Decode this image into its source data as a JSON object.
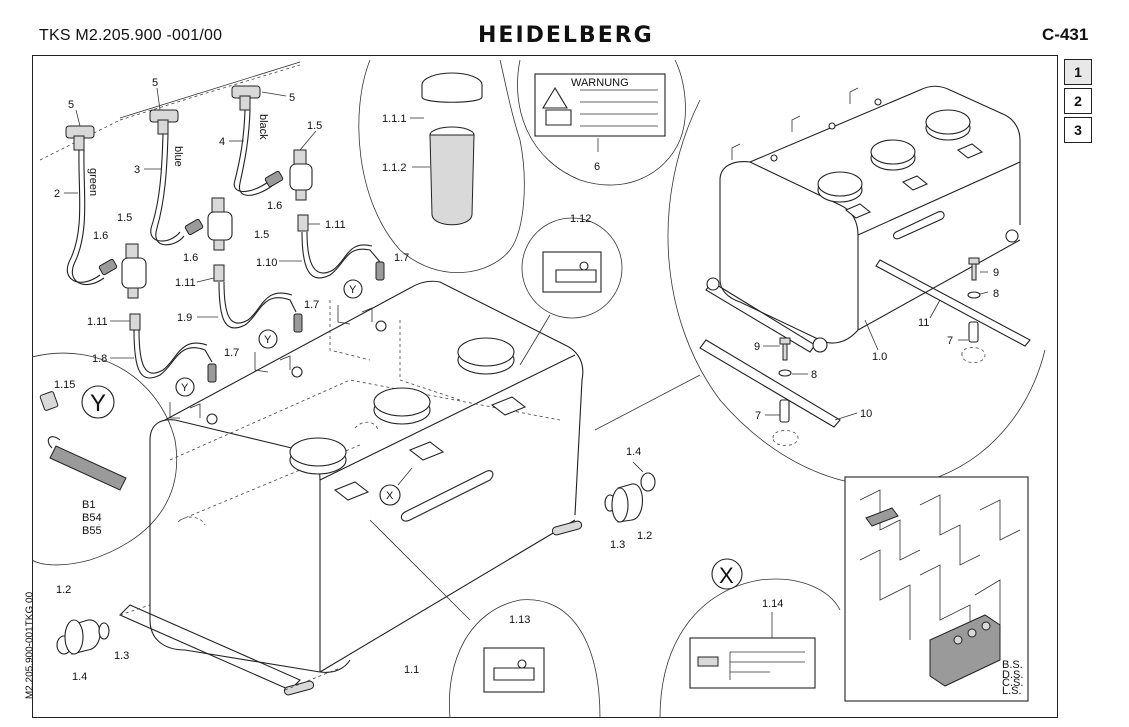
{
  "header": {
    "doc_id": "TKS M2.205.900 -001/00",
    "logo": "HEIDELBERG",
    "page_code": "C-431"
  },
  "tabs": [
    "1",
    "2",
    "3"
  ],
  "active_tab": 0,
  "side_code": "M2.205.900-001TKG 00",
  "labels": {
    "l5a": "5",
    "l5b": "5",
    "l5c": "5",
    "l2": "2",
    "l3": "3",
    "l4": "4",
    "green": "green",
    "blue": "blue",
    "black": "black",
    "l15a": "1.5",
    "l15b": "1.5",
    "l15c": "1.5",
    "l16a": "1.6",
    "l16b": "1.6",
    "l16c": "1.6",
    "l111a": "1.11",
    "l111b": "1.11",
    "l111c": "1.11",
    "l110": "1.10",
    "l19": "1.9",
    "l18": "1.8",
    "l17a": "1.7",
    "l17b": "1.7",
    "l17c": "1.7",
    "yA": "Y",
    "yB": "Y",
    "yC": "Y",
    "yBig": "Y",
    "l115": "1.15",
    "b1": "B1",
    "b54": "B54",
    "b55": "B55",
    "l111t": "1.1.1",
    "l112t": "1.1.2",
    "warnung": "WARNUNG",
    "l6": "6",
    "l112": "1.12",
    "xA": "X",
    "xBig": "X",
    "l14a": "1.4",
    "l12a": "1.2",
    "l13a": "1.3",
    "l12b": "1.2",
    "l13b": "1.3",
    "l14b": "1.4",
    "l11": "1.1",
    "l113": "1.13",
    "l114": "1.14",
    "l10": "1.0",
    "l9a": "9",
    "l8a": "8",
    "l11r": "11",
    "l7a": "7",
    "l9b": "9",
    "l8b": "8",
    "l7b": "7",
    "l10r": "10",
    "bs": "B.S.",
    "ds": "D.S.",
    "cs": "C.S.",
    "ls": "L.S."
  }
}
